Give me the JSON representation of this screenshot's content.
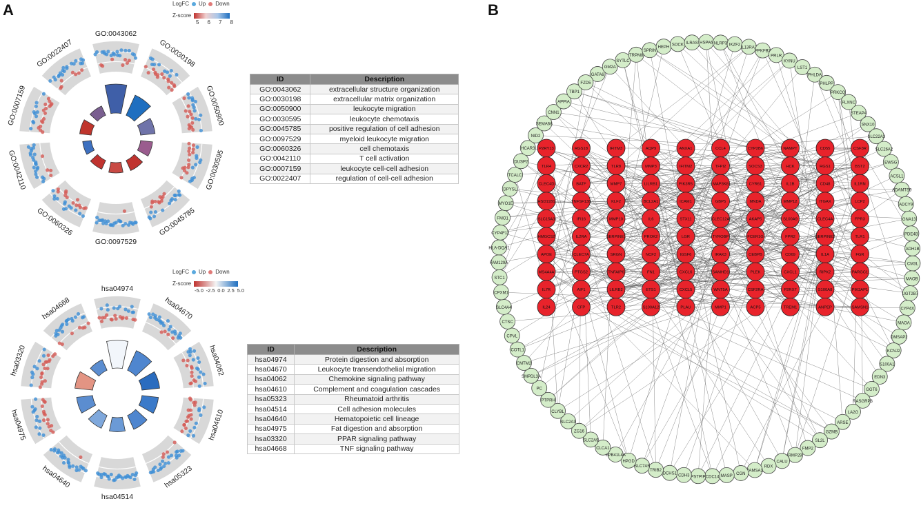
{
  "panel_labels": {
    "a": "A",
    "b": "B"
  },
  "colors": {
    "up": "#2f7fc7",
    "down": "#d9534f",
    "track": "#d8d8d8",
    "hub": "#e8232b",
    "node": "#d4edc9"
  },
  "go_chart": {
    "legend": {
      "logfc_label": "LogFC",
      "up_label": "Up",
      "down_label": "Down",
      "zscore_label": "Z-score",
      "ticks": [
        "5",
        "6",
        "7",
        "8"
      ]
    },
    "terms": [
      "GO:0043062",
      "GO:0030198",
      "GO:0050900",
      "GO:0030595",
      "GO:0045785",
      "GO:0097529",
      "GO:0060326",
      "GO:0042110",
      "GO:0007159",
      "GO:0022407"
    ],
    "bar_heights": [
      1.0,
      0.72,
      0.42,
      0.32,
      0.28,
      0.25,
      0.22,
      0.18,
      0.3,
      0.24
    ],
    "bar_colors": [
      "#3f5fa8",
      "#1f6fc0",
      "#6f73a9",
      "#9a5c8e",
      "#c0332f",
      "#c94a44",
      "#c0332f",
      "#3d70c0",
      "#c0352c",
      "#7a5f90"
    ],
    "up_fraction": [
      0.7,
      0.55,
      0.5,
      0.45,
      0.5,
      0.85,
      0.4,
      0.85,
      0.6,
      0.6
    ],
    "table": {
      "headers": [
        "ID",
        "Description"
      ],
      "rows": [
        [
          "GO:0043062",
          "extracellular structure organization"
        ],
        [
          "GO:0030198",
          "extracellular matrix organization"
        ],
        [
          "GO:0050900",
          "leukocyte migration"
        ],
        [
          "GO:0030595",
          "leukocyte chemotaxis"
        ],
        [
          "GO:0045785",
          "positive regulation of cell adhesion"
        ],
        [
          "GO:0097529",
          "myeloid leukocyte migration"
        ],
        [
          "GO:0060326",
          "cell chemotaxis"
        ],
        [
          "GO:0042110",
          "T cell activation"
        ],
        [
          "GO:0007159",
          "leukocyte cell-cell adhesion"
        ],
        [
          "GO:0022407",
          "regulation of cell-cell adhesion"
        ]
      ]
    }
  },
  "kegg_chart": {
    "legend": {
      "logfc_label": "LogFC",
      "up_label": "Up",
      "down_label": "Down",
      "zscore_label": "Z-score",
      "ticks": [
        "-5.0",
        "-2.5",
        "0.0",
        "2.5",
        "5.0"
      ]
    },
    "terms": [
      "hsa04974",
      "hsa04670",
      "hsa04062",
      "hsa04610",
      "hsa05323",
      "hsa04514",
      "hsa04640",
      "hsa04975",
      "hsa03320",
      "hsa04668"
    ],
    "bar_heights": [
      0.95,
      0.7,
      0.55,
      0.5,
      0.45,
      0.4,
      0.4,
      0.48,
      0.55,
      0.3
    ],
    "bar_colors": [
      "#f2f6fb",
      "#4f86cf",
      "#2a6cbf",
      "#3b7ac9",
      "#4f86cf",
      "#6b9ad6",
      "#7fa8dc",
      "#5b8dd0",
      "#e39483",
      "#5b8dd0"
    ],
    "up_fraction": [
      0.5,
      0.85,
      0.55,
      0.3,
      0.85,
      0.95,
      0.95,
      0.5,
      0.35,
      0.75
    ],
    "table": {
      "headers": [
        "ID",
        "Description"
      ],
      "rows": [
        [
          "hsa04974",
          "Protein digestion and absorption"
        ],
        [
          "hsa04670",
          "Leukocyte transendothelial migration"
        ],
        [
          "hsa04062",
          "Chemokine signaling pathway"
        ],
        [
          "hsa04610",
          "Complement and coagulation cascades"
        ],
        [
          "hsa05323",
          "Rheumatoid arthritis"
        ],
        [
          "hsa04514",
          "Cell adhesion molecules"
        ],
        [
          "hsa04640",
          "Hematopoietic cell lineage"
        ],
        [
          "hsa04975",
          "Fat digestion and absorption"
        ],
        [
          "hsa03320",
          "PPAR signaling pathway"
        ],
        [
          "hsa04668",
          "TNF signaling pathway"
        ]
      ]
    }
  },
  "network": {
    "hub_columns": [
      [
        "P2RY13",
        "TLR4",
        "CLEC4D",
        "HSD11B1",
        "SLC15A3",
        "HMGCS2",
        "APOE",
        "MS4A4A",
        "IL7R",
        "IL24"
      ],
      [
        "RGS18",
        "CXCR2",
        "BATF",
        "TNFSF13B",
        "IFI16",
        "IL2RA",
        "CLEC7A",
        "PTGS2",
        "AIF1",
        "CFP"
      ],
      [
        "IFITM3",
        "TLR8",
        "MMP7",
        "KLF2",
        "MMP10",
        "SERPINE1",
        "SRGN",
        "TNFAIP6",
        "LILRB2",
        "TLR2"
      ],
      [
        "AQP9",
        "MMP3",
        "LILRB1",
        "BCL2A1",
        "IL6",
        "PROK2",
        "NCF2",
        "FN1",
        "ETS1",
        "S100A12"
      ],
      [
        "ANXA1",
        "IFITM2",
        "PIK3R5",
        "ICAM1",
        "STX11",
        "LGR",
        "IGSF6",
        "CXCL6",
        "CXCL5",
        "PLAU"
      ],
      [
        "CCL4",
        "TFPI2",
        "MAP3K8",
        "GBP5",
        "CLEC12A",
        "TYROBP",
        "IRAK3",
        "SAMHD1",
        "WNT5A",
        "MMP1"
      ],
      [
        "CYP2B6",
        "SOCS3",
        "CYR61",
        "MNDA",
        "AKAP5",
        "FCER1G",
        "CEBPB",
        "PLEK",
        "CSF2RA",
        "ACP5"
      ],
      [
        "NAMPT",
        "HCK",
        "IL1B",
        "MMP12",
        "S100A9",
        "FPR2",
        "CD69",
        "CXCL1",
        "P2RX7",
        "TREM1"
      ],
      [
        "CD55",
        "RGS1",
        "CD48",
        "ITGAX",
        "CLEC4A",
        "SERPINE2",
        "IL1A",
        "RIPK2",
        "S100A8",
        "ANPEP"
      ],
      [
        "CSF3R",
        "BST2",
        "IL1RN",
        "LCP2",
        "FPR3",
        "TLR1",
        "FGR",
        "PARGC1",
        "PIK3AP1",
        "SAMSN1"
      ]
    ],
    "ring_nodes": [
      "GATA6",
      "GM2A",
      "SYTLC",
      "TRPM8",
      "SPRIN",
      "HEPH",
      "SOCK",
      "ILRAS",
      "HSPA6",
      "NLRP3",
      "IKZF2",
      "IL13RA2",
      "PPKFB3",
      "PRLR",
      "KYNU",
      "LST1",
      "PHLDA",
      "PHLPP",
      "PRKCQ",
      "FLXNC",
      "STEAP4",
      "SNX10",
      "SLC22A3",
      "SLC26A2",
      "EWSG",
      "ACSL1",
      "ADAMTS9",
      "ADCY9",
      "GNA13",
      "PDE4B",
      "ADH1B",
      "CM3L",
      "MAOB",
      "UGT2B7",
      "CYP4X",
      "MAOA",
      "DMSAP2",
      "KCNJ2",
      "S100A1",
      "EDN3",
      "GGT6",
      "RASGRP3",
      "LA2G",
      "ARSE",
      "GZMB",
      "SL2L",
      "FMP2",
      "RMP29",
      "CALU",
      "RDX",
      "TAMSA1",
      "CGN",
      "MASP",
      "CDC14",
      "PSTPIP",
      "CDH3",
      "DCHS1",
      "TRIB2",
      "SLC7A5",
      "HPGD",
      "EPB41L4A",
      "CLCA1",
      "SLC2A9",
      "ZG16",
      "SLC2A3",
      "CLYBL",
      "PTPRH",
      "PC",
      "SMPDL3A",
      "CMTM2",
      "COTL1",
      "CPVL",
      "CTSC",
      "SLC4A4",
      "CPXM1",
      "STC1",
      "FAM129A",
      "HLA-DQA1",
      "CYP4F12",
      "FMO1",
      "MYO1E",
      "DPYSL",
      "TCALC",
      "DUSP2",
      "HCAR3",
      "NID2",
      "SEMA6A",
      "CNN1",
      "APPIA",
      "TBP1",
      "FZD5"
    ]
  }
}
